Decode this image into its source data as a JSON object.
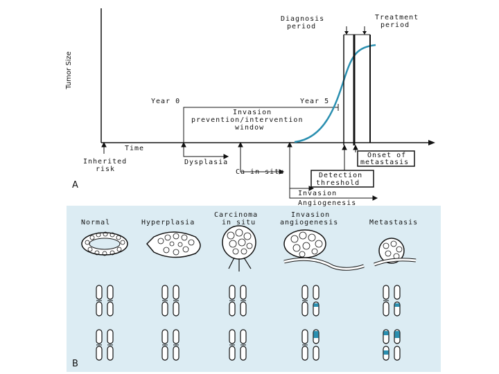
{
  "panel_a": {
    "panel_letter": "A",
    "y_axis_label": "Tumor Size",
    "x_axis_label": "Time",
    "year0": "Year 0",
    "year5": "Year 5",
    "window_line1": "Invasion",
    "window_line2": "prevention/intervention",
    "window_line3": "window",
    "diagnosis_line1": "Diagnosis",
    "diagnosis_line2": "period",
    "treatment_line1": "Treatment",
    "treatment_line2": "period",
    "inherited_line1": "Inherited",
    "inherited_line2": "risk",
    "dysplasia": "Dysplasia",
    "ca_in_situ": "Ca in situ",
    "invasion": "Invasion",
    "angiogenesis": "Angiogenesis",
    "detection_line1": "Detection",
    "detection_line2": "threshold",
    "onset_line1": "Onset of",
    "onset_line2": "metastasis",
    "curve_color": "#2a8fb0"
  },
  "panel_b": {
    "panel_letter": "B",
    "stages": [
      {
        "line1": "",
        "line2": "Normal"
      },
      {
        "line1": "",
        "line2": "Hyperplasia"
      },
      {
        "line1": "Carcinoma",
        "line2": "in situ"
      },
      {
        "line1": "Invasion",
        "line2": "angiogenesis"
      },
      {
        "line1": "",
        "line2": "Metastasis"
      }
    ],
    "background_color": "#dcecf3",
    "mutation_color": "#2a8fb0"
  }
}
